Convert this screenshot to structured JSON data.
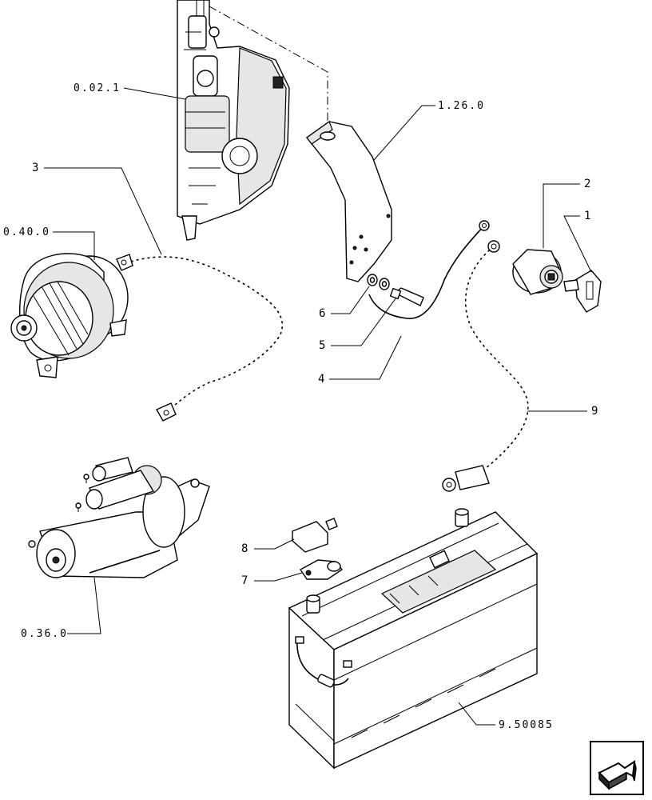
{
  "references": {
    "engine": "0.02.1",
    "bracket": "1.26.0",
    "alternator": "0.40.0",
    "starter": "0.36.0",
    "battery": "9.50085"
  },
  "parts": {
    "p1": "1",
    "p2": "2",
    "p3": "3",
    "p4": "4",
    "p5": "5",
    "p6": "6",
    "p7": "7",
    "p8": "8",
    "p9": "9"
  },
  "navigation": {
    "next_icon": "arrow-next-icon"
  }
}
